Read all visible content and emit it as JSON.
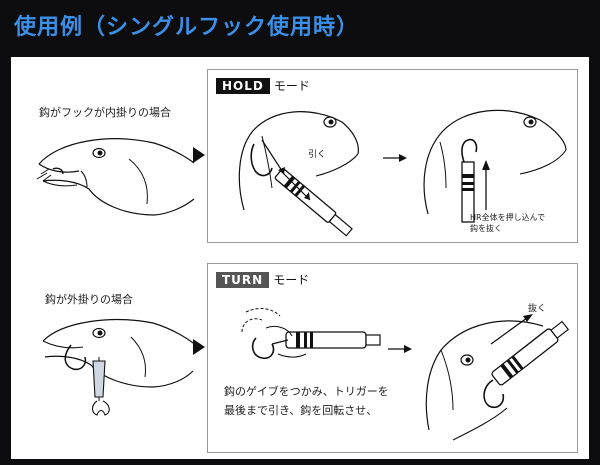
{
  "header": {
    "title": "使用例（シングルフック使用時）"
  },
  "hold_row": {
    "caption": "鈎がフックが内掛りの場合",
    "mode_name": "HOLD",
    "mode_suffix": "モード",
    "pull_label": "引く",
    "note_line1": "HR全体を押し込んで",
    "note_line2": "鈎を抜く"
  },
  "turn_row": {
    "caption": "鈎が外掛りの場合",
    "mode_name": "TURN",
    "mode_suffix": "モード",
    "pull_label": "抜く",
    "desc_line1": "鈎のゲイブをつかみ、トリガーを",
    "desc_line2": "最後まで引き、鈎を回転させ、"
  },
  "colors": {
    "title": "#3b8fe6",
    "background": "#0d0d0f",
    "panel": "#ffffff",
    "line": "#111111"
  }
}
